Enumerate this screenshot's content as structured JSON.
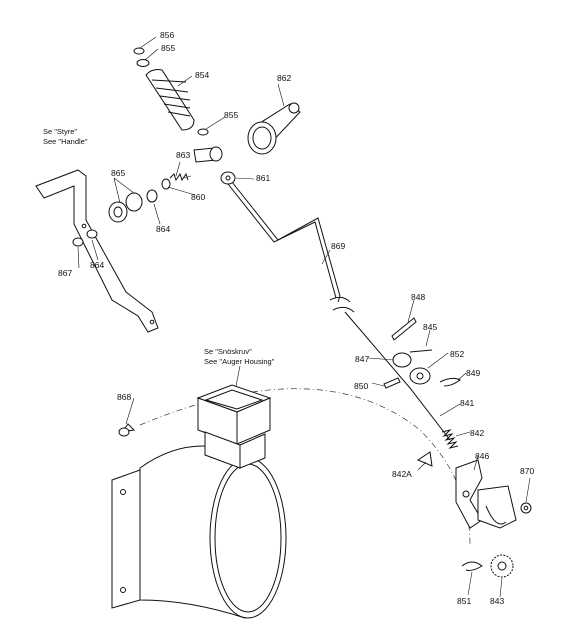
{
  "notes": {
    "handle_sv": "Se \"Styre\"",
    "handle_en": "See \"Handle\"",
    "housing_sv": "Se \"Snöskruv\"",
    "housing_en": "See \"Auger Housing\""
  },
  "parts": {
    "p856": "856",
    "p855a": "855",
    "p854": "854",
    "p862": "862",
    "p855b": "855",
    "p863": "863",
    "p865": "865",
    "p861": "861",
    "p860": "860",
    "p864a": "864",
    "p869": "869",
    "p867": "867",
    "p864b": "864",
    "p848": "848",
    "p845": "845",
    "p847": "847",
    "p852": "852",
    "p849": "849",
    "p850": "850",
    "p868": "868",
    "p841": "841",
    "p842": "842",
    "p842a": "842A",
    "p846": "846",
    "p870": "870",
    "p851": "851",
    "p843": "843"
  }
}
